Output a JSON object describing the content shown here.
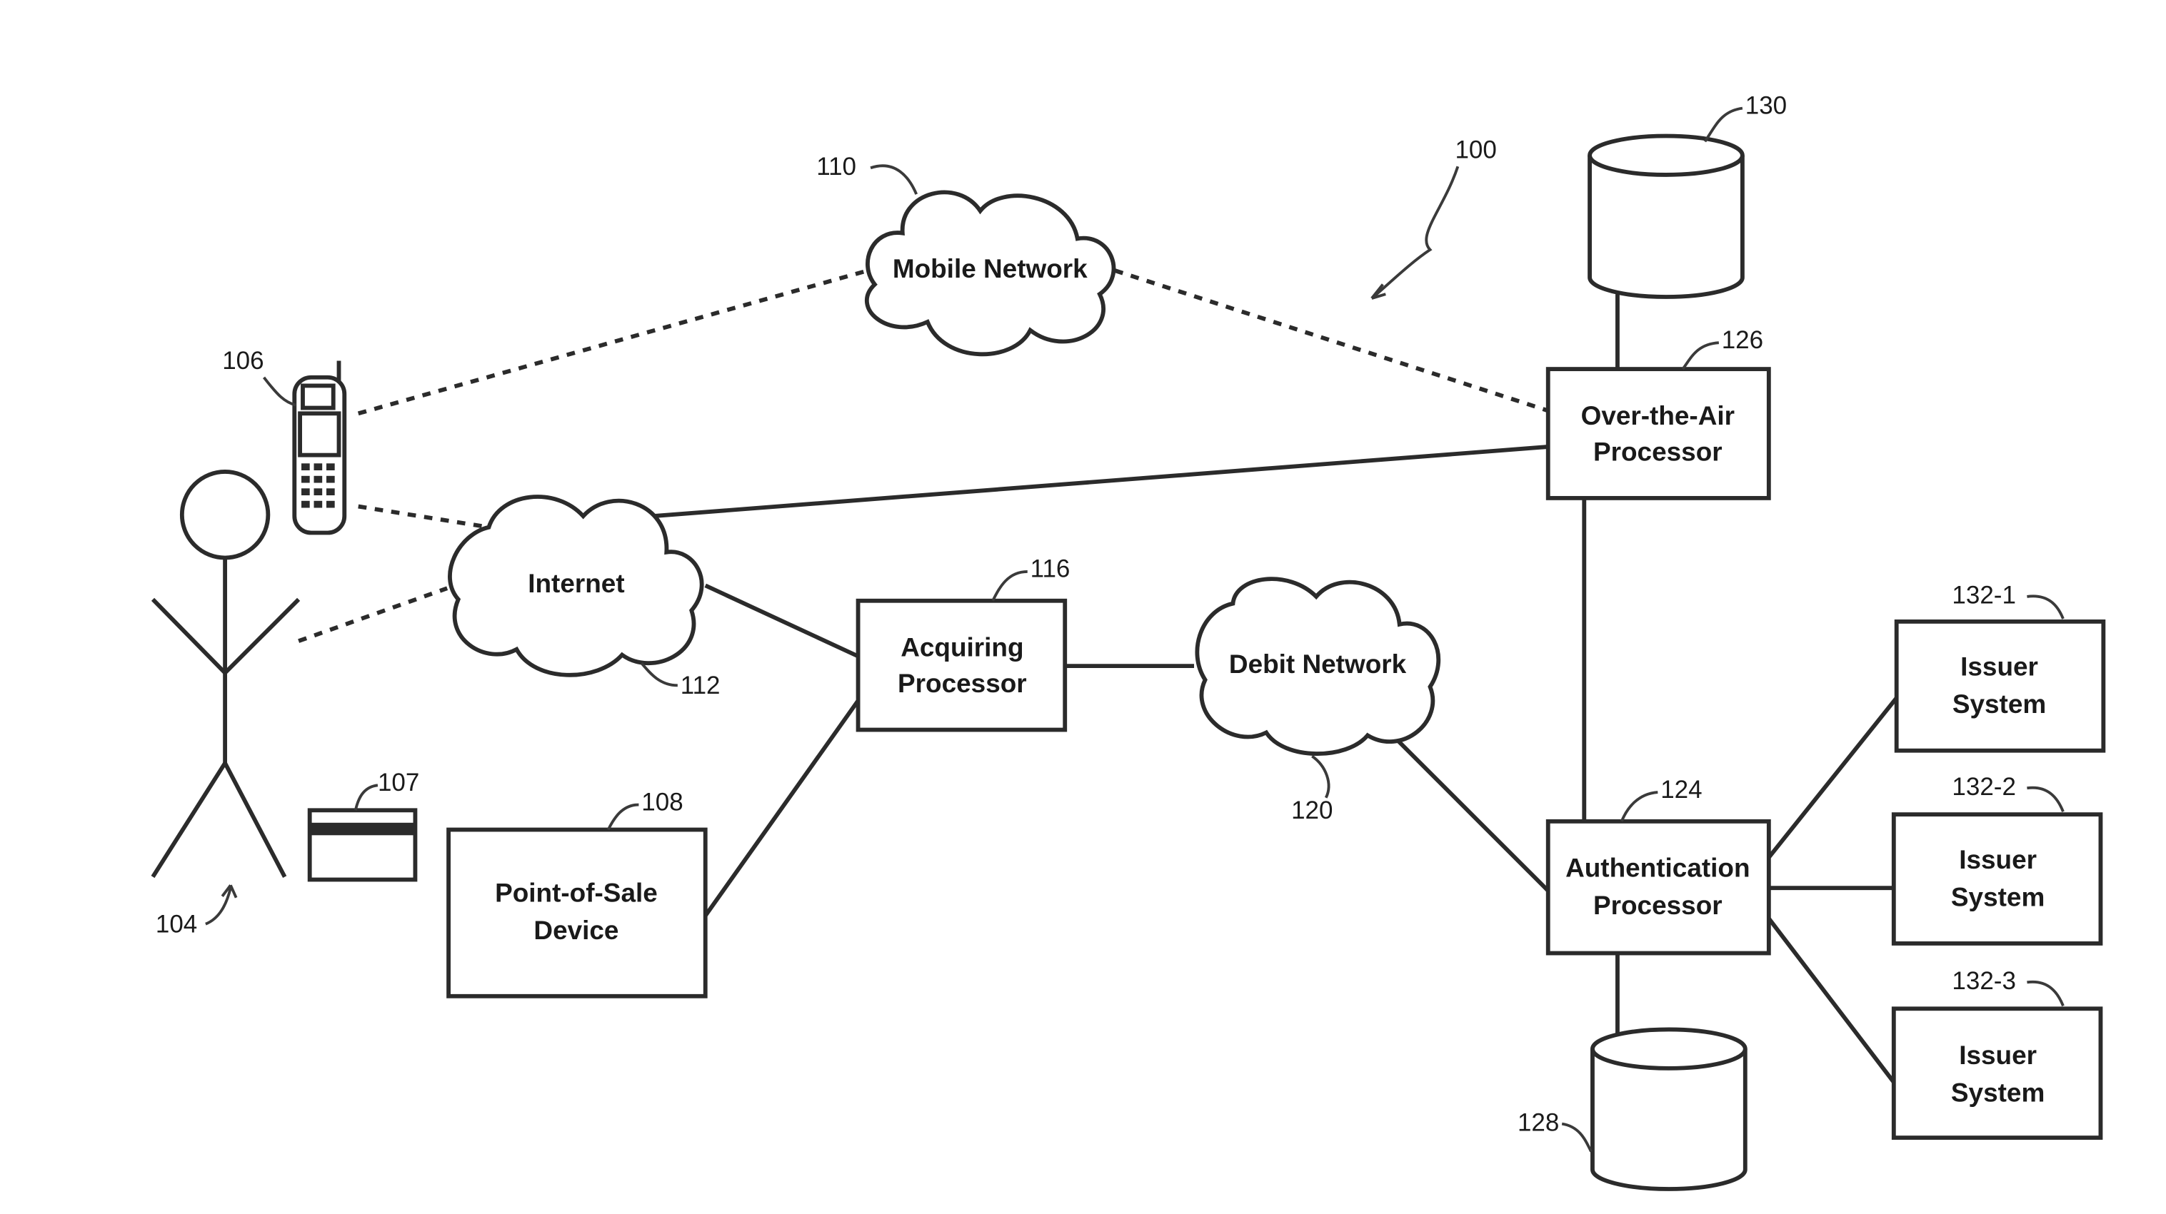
{
  "nodes": {
    "mobile_network": "Mobile Network",
    "internet": "Internet",
    "debit_network": "Debit Network",
    "acquiring_processor": [
      "Acquiring",
      "Processor"
    ],
    "point_of_sale": [
      "Point-of-Sale",
      "Device"
    ],
    "over_the_air": [
      "Over-the-Air",
      "Processor"
    ],
    "authentication": [
      "Authentication",
      "Processor"
    ],
    "issuer_1": [
      "Issuer",
      "System"
    ],
    "issuer_2": [
      "Issuer",
      "System"
    ],
    "issuer_3": [
      "Issuer",
      "System"
    ]
  },
  "refs": {
    "system": "100",
    "user": "104",
    "phone": "106",
    "card": "107",
    "pos": "108",
    "mobile_network": "110",
    "internet": "112",
    "acquiring": "116",
    "debit": "120",
    "authentication": "124",
    "ota": "126",
    "db_auth": "128",
    "db_ota": "130",
    "issuer_1": "132-1",
    "issuer_2": "132-2",
    "issuer_3": "132-3"
  }
}
